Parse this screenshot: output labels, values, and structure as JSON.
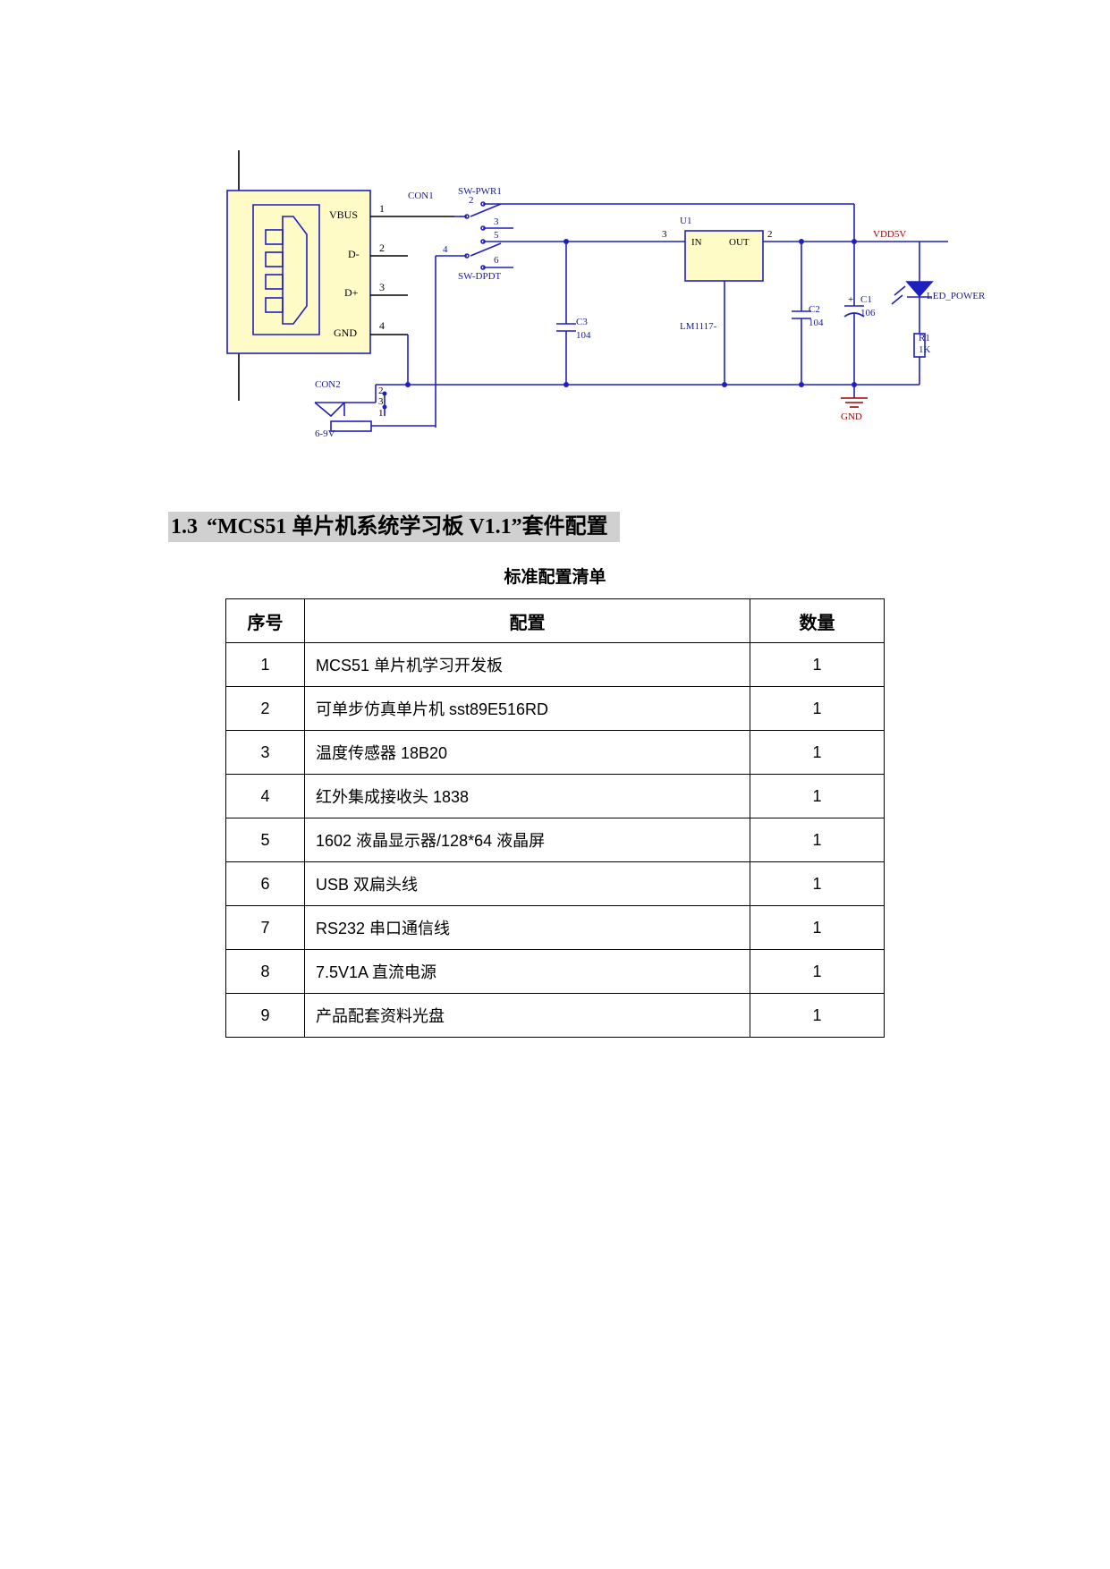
{
  "schematic": {
    "connector_pins": [
      "VBUS",
      "D-",
      "D+",
      "GND"
    ],
    "connector_pin_numbers": [
      "1",
      "2",
      "3",
      "4"
    ],
    "con1": "CON1",
    "sw_top": "SW-PWR1",
    "sw_bottom": "SW-DPDT",
    "sw_pins": [
      "2",
      "3",
      "5",
      "4",
      "6"
    ],
    "u1": "U1",
    "u1_in": "IN",
    "u1_out": "OUT",
    "u1_pin_in": "3",
    "u1_pin_out": "2",
    "u1_part": "LM1117-",
    "c3": "C3",
    "c3_val": "104",
    "c2": "C2",
    "c2_val": "104",
    "c1": "C1",
    "c1_val": "106",
    "c1_plus": "+",
    "vdd": "VDD5V",
    "led": "LED_POWER",
    "r1": "R1",
    "r1_val": "1K",
    "gnd": "GND",
    "con2": "CON2",
    "con2_pins": [
      "2",
      "3",
      "1"
    ],
    "jack_label": "6-9V",
    "colors": {
      "wire": "#1f1fbf",
      "usb_fill": "#fffbc6",
      "ic_fill": "#fffbc6",
      "accent": "#a00000",
      "body": "#1a1a99"
    }
  },
  "heading": {
    "number": "1.3",
    "title": "“MCS51 单片机系统学习板 V1.1”套件配置"
  },
  "table": {
    "caption": "标准配置清单",
    "headers": [
      "序号",
      "配置",
      "数量"
    ],
    "rows": [
      {
        "no": "1",
        "item": "MCS51 单片机学习开发板",
        "qty": "1"
      },
      {
        "no": "2",
        "item": "可单步仿真单片机 sst89E516RD",
        "qty": "1"
      },
      {
        "no": "3",
        "item": "温度传感器 18B20",
        "qty": "1"
      },
      {
        "no": "4",
        "item": "红外集成接收头 1838",
        "qty": "1"
      },
      {
        "no": "5",
        "item": "1602 液晶显示器/128*64 液晶屏",
        "qty": "1"
      },
      {
        "no": "6",
        "item": "USB 双扁头线",
        "qty": "1"
      },
      {
        "no": "7",
        "item": "RS232 串口通信线",
        "qty": "1"
      },
      {
        "no": "8",
        "item": "7.5V1A 直流电源",
        "qty": "1"
      },
      {
        "no": "9",
        "item": "产品配套资料光盘",
        "qty": "1"
      }
    ]
  }
}
